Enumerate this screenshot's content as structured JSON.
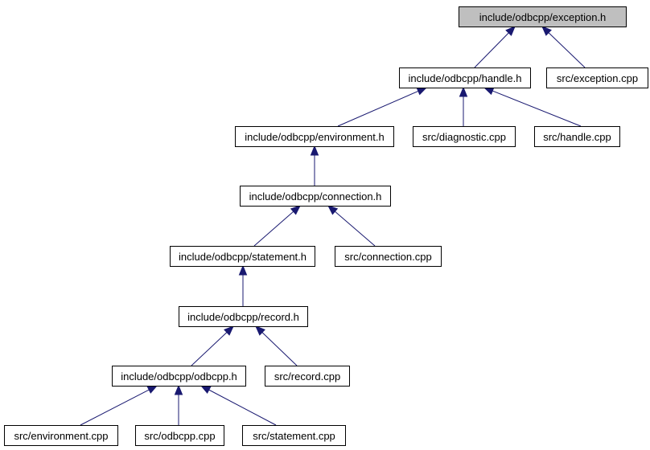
{
  "graph": {
    "nodes": [
      {
        "id": "exception_h",
        "label": "include/odbcpp/exception.h",
        "root": true
      },
      {
        "id": "handle_h",
        "label": "include/odbcpp/handle.h"
      },
      {
        "id": "exception_cpp",
        "label": "src/exception.cpp"
      },
      {
        "id": "environment_h",
        "label": "include/odbcpp/environment.h"
      },
      {
        "id": "diagnostic_cpp",
        "label": "src/diagnostic.cpp"
      },
      {
        "id": "handle_cpp",
        "label": "src/handle.cpp"
      },
      {
        "id": "connection_h",
        "label": "include/odbcpp/connection.h"
      },
      {
        "id": "statement_h",
        "label": "include/odbcpp/statement.h"
      },
      {
        "id": "connection_cpp",
        "label": "src/connection.cpp"
      },
      {
        "id": "record_h",
        "label": "include/odbcpp/record.h"
      },
      {
        "id": "odbcpp_h",
        "label": "include/odbcpp/odbcpp.h"
      },
      {
        "id": "record_cpp",
        "label": "src/record.cpp"
      },
      {
        "id": "environment_cpp",
        "label": "src/environment.cpp"
      },
      {
        "id": "odbcpp_cpp",
        "label": "src/odbcpp.cpp"
      },
      {
        "id": "statement_cpp",
        "label": "src/statement.cpp"
      }
    ],
    "edges": [
      {
        "from": "handle_h",
        "to": "exception_h"
      },
      {
        "from": "exception_cpp",
        "to": "exception_h"
      },
      {
        "from": "environment_h",
        "to": "handle_h"
      },
      {
        "from": "diagnostic_cpp",
        "to": "handle_h"
      },
      {
        "from": "handle_cpp",
        "to": "handle_h"
      },
      {
        "from": "connection_h",
        "to": "environment_h"
      },
      {
        "from": "statement_h",
        "to": "connection_h"
      },
      {
        "from": "connection_cpp",
        "to": "connection_h"
      },
      {
        "from": "record_h",
        "to": "statement_h"
      },
      {
        "from": "odbcpp_h",
        "to": "record_h"
      },
      {
        "from": "record_cpp",
        "to": "record_h"
      },
      {
        "from": "environment_cpp",
        "to": "odbcpp_h"
      },
      {
        "from": "odbcpp_cpp",
        "to": "odbcpp_h"
      },
      {
        "from": "statement_cpp",
        "to": "odbcpp_h"
      }
    ],
    "colors": {
      "root_fill": "#bfbfbf",
      "node_fill": "#ffffff",
      "node_border": "#000000",
      "edge": "#191970"
    }
  }
}
